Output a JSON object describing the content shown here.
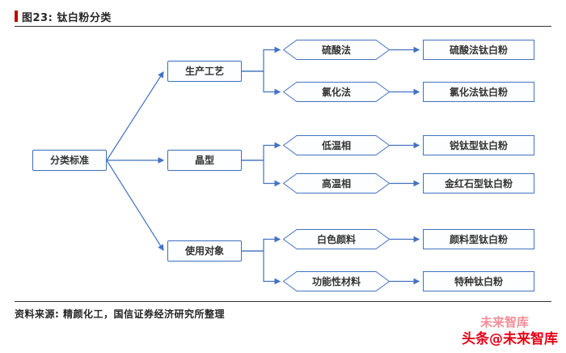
{
  "header": {
    "title": "图23: 钛白粉分类"
  },
  "diagram": {
    "root": {
      "label": "分类标准"
    },
    "branches": [
      {
        "label": "生产工艺",
        "children": [
          {
            "label": "硫酸法",
            "result": "硫酸法钛白粉"
          },
          {
            "label": "氯化法",
            "result": "氯化法钛白粉"
          }
        ]
      },
      {
        "label": "晶型",
        "children": [
          {
            "label": "低温相",
            "result": "锐钛型钛白粉"
          },
          {
            "label": "高温相",
            "result": "金红石型钛白粉"
          }
        ]
      },
      {
        "label": "使用对象",
        "children": [
          {
            "label": "白色颜料",
            "result": "颜料型钛白粉"
          },
          {
            "label": "功能性材料",
            "result": "特种钛白粉"
          }
        ]
      }
    ]
  },
  "footer": {
    "source": "资料来源: 精颜化工，国信证券经济研究所整理"
  },
  "watermark": {
    "secondary": "未来智库",
    "primary": "头条@未来智库"
  },
  "colors": {
    "accent_red": "#C00000",
    "diagram_blue": "#4472C4",
    "watermark_red": "#E60017",
    "text_dark": "#262626"
  }
}
